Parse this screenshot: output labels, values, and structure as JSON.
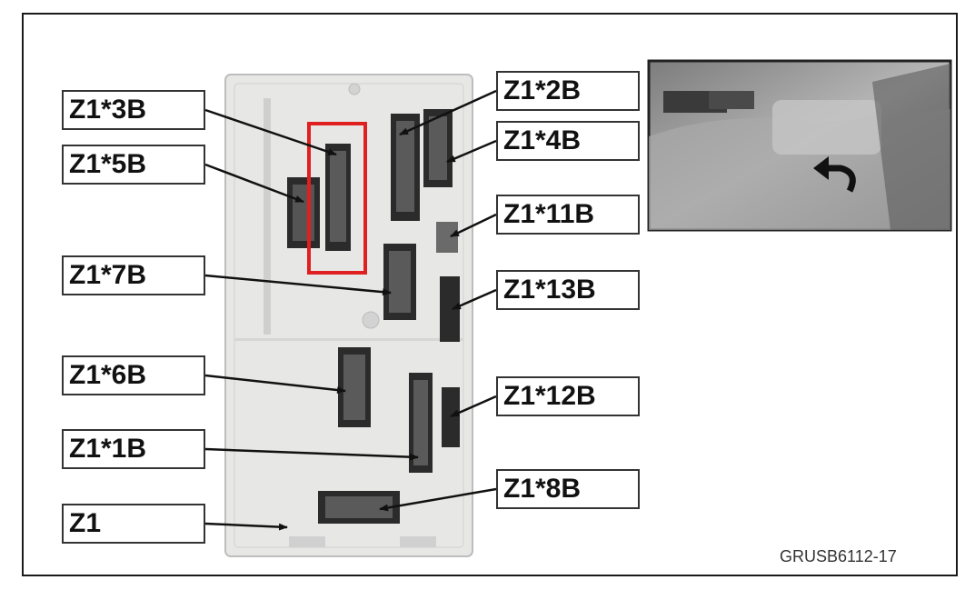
{
  "diagram": {
    "figure_code": "GRUSB6112-17",
    "colors": {
      "highlight": "#e02020",
      "module": "#e7e8e6",
      "connector": "#2b2b2b",
      "photo": "#9a9a9a"
    },
    "labels": {
      "z1_3b": "Z1*3B",
      "z1_5b": "Z1*5B",
      "z1_7b": "Z1*7B",
      "z1_6b": "Z1*6B",
      "z1_1b": "Z1*1B",
      "z1": "Z1",
      "z1_2b": "Z1*2B",
      "z1_4b": "Z1*4B",
      "z1_11b": "Z1*11B",
      "z1_13b": "Z1*13B",
      "z1_12b": "Z1*12B",
      "z1_8b": "Z1*8B"
    }
  }
}
